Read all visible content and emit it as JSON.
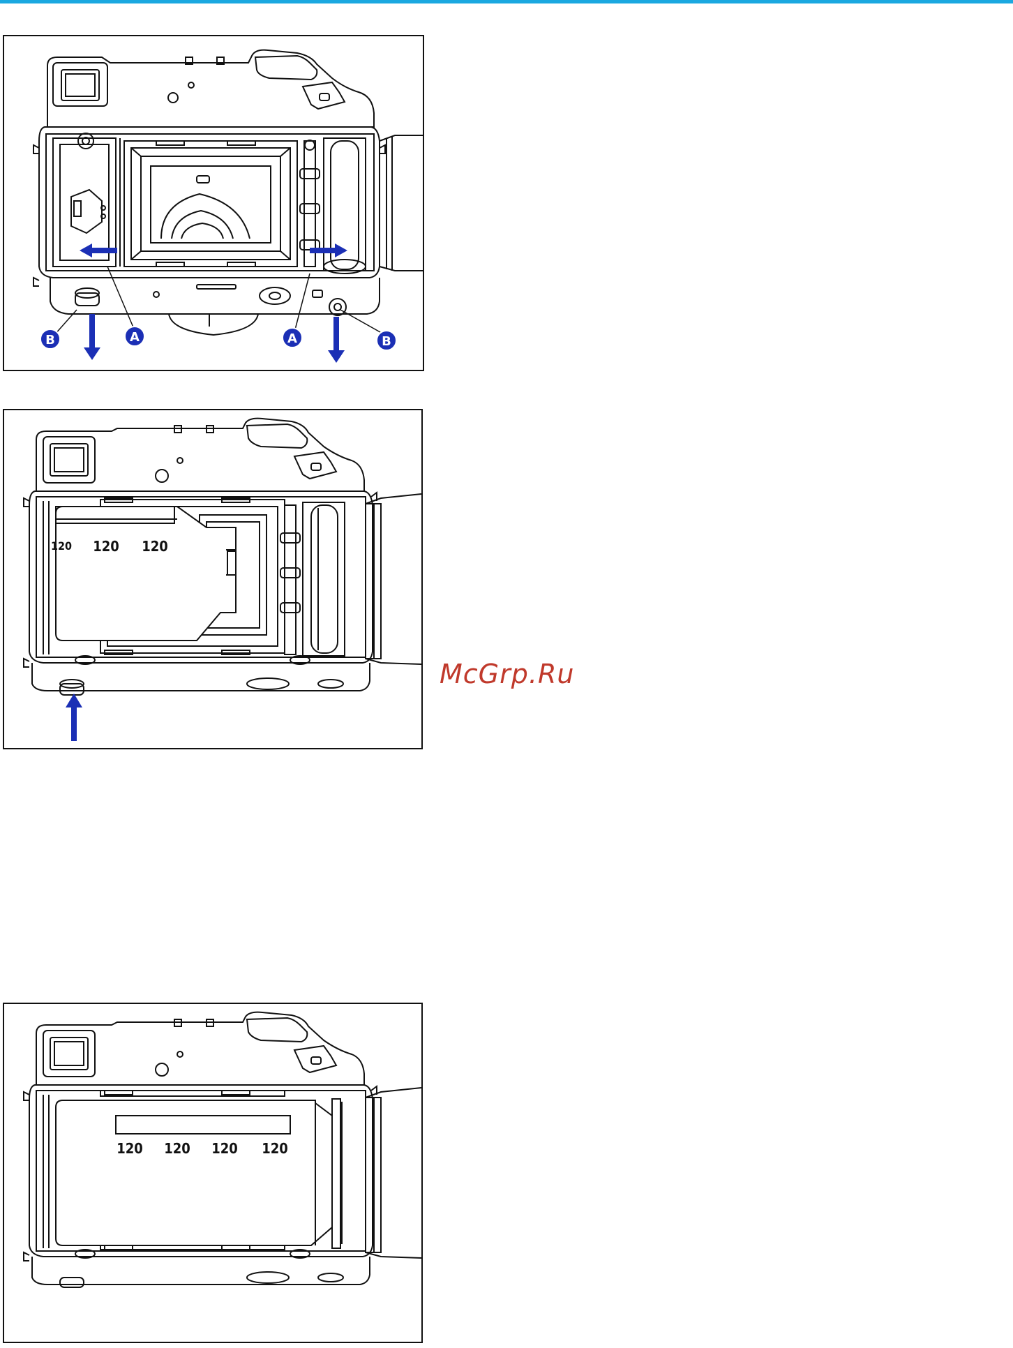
{
  "figures": {
    "fig1": {
      "callouts": {
        "a_left": "A",
        "a_right": "A",
        "b_left": "B",
        "b_right": "B"
      },
      "arrow_color": "#1b2fb5"
    },
    "fig2": {
      "film_marks": [
        "120",
        "120",
        "120"
      ],
      "arrow_color": "#1b2fb5"
    },
    "fig3": {
      "film_marks": [
        "120",
        "120",
        "120",
        "120"
      ]
    }
  },
  "watermark": "McGrp.Ru",
  "colors": {
    "accent_bar": "#1aa8e0",
    "watermark": "#c0392b",
    "callout_fill": "#1b2fb5"
  }
}
